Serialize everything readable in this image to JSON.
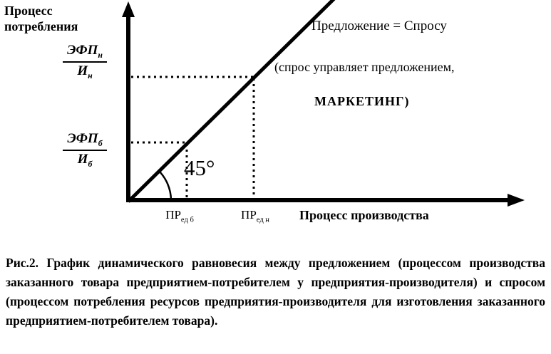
{
  "figure": {
    "y_axis_title": "Процесс потребления",
    "x_axis_title": "Процесс производства",
    "line_labels": {
      "main": "Предложение = Спросу",
      "sub": "(спрос управляет предложением,",
      "emphasis": "МАРКЕТИНГ)"
    },
    "angle_label": "45°",
    "y_marks": [
      {
        "num": "ЭФП",
        "num_sub": "н",
        "den": "И",
        "den_sub": "н"
      },
      {
        "num": "ЭФП",
        "num_sub": "б",
        "den": "И",
        "den_sub": "б"
      }
    ],
    "x_marks": [
      {
        "base": "ПР",
        "sub": "ед б"
      },
      {
        "base": "ПР",
        "sub": "ед н"
      }
    ],
    "colors": {
      "ink": "#000000",
      "background": "#ffffff"
    }
  },
  "caption": "Рис.2. График динамического равновесия между предложением (процессом производства заказанного товара предприятием-потребителем у предприятия-производителя) и спросом (процессом потребления ресурсов предприятия-производителя для изготовления заказанного предприятием-потребителем товара)."
}
